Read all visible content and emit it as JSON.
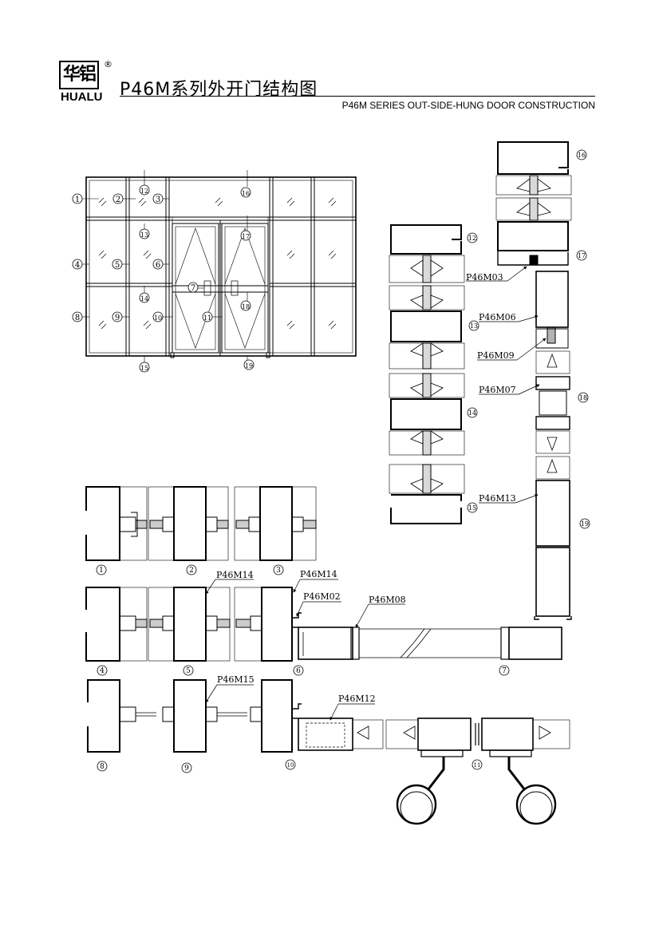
{
  "header": {
    "logo_cn": "华铝",
    "logo_en": "HUALU",
    "logo_reg": "®",
    "title_cn": "P46M系列外开门结构图",
    "title_en": "P46M SERIES OUT-SIDE-HUNG  DOOR CONSTRUCTION"
  },
  "elevation_labels": [
    "1",
    "2",
    "3",
    "4",
    "5",
    "6",
    "7",
    "8",
    "9",
    "10",
    "11",
    "12",
    "13",
    "14",
    "15",
    "16",
    "17",
    "18",
    "19"
  ],
  "section_labels": {
    "s1": "1",
    "s2": "2",
    "s3": "3",
    "s4": "4",
    "s5": "5",
    "s6": "6",
    "s7": "7",
    "s8": "8",
    "s9": "9",
    "s10": "10",
    "s11": "11",
    "s12": "12",
    "s13": "13",
    "s14": "14",
    "s15": "15",
    "s16": "16",
    "s17": "17",
    "s18": "18",
    "s19": "19"
  },
  "profile_codes": {
    "m02": "P46M02",
    "m03": "P46M03",
    "m06": "P46M06",
    "m07": "P46M07",
    "m08": "P46M08",
    "m09": "P46M09",
    "m12": "P46M12",
    "m13": "P46M13",
    "m14a": "P46M14",
    "m14b": "P46M14",
    "m15": "P46M15"
  },
  "colors": {
    "line": "#000000",
    "background": "#ffffff",
    "glass": "#ffffff"
  }
}
